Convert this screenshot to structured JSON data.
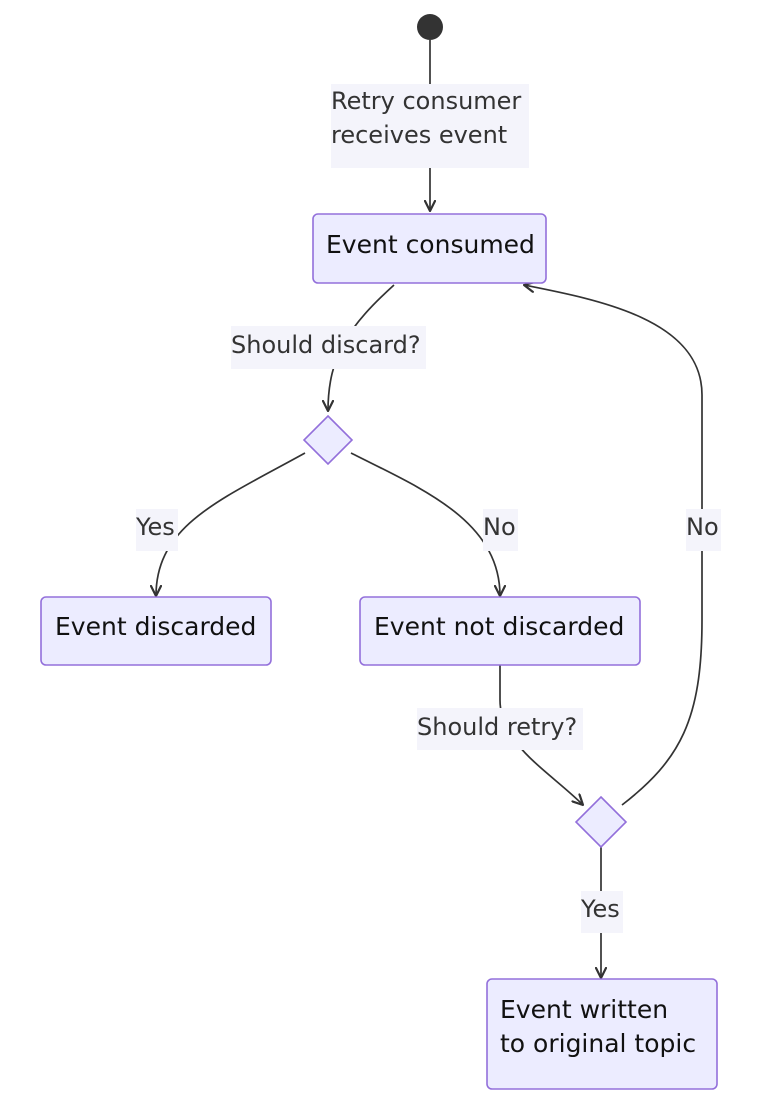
{
  "nodes": {
    "start_label_line1": "Retry consumer",
    "start_label_line2": "receives event",
    "event_consumed": "Event consumed",
    "event_discarded": "Event discarded",
    "event_not_discarded": "Event not discarded",
    "event_written_line1": "Event written",
    "event_written_line2": "to original topic"
  },
  "edges": {
    "should_discard": "Should discard?",
    "discard_yes": "Yes",
    "discard_no": "No",
    "should_retry": "Should retry?",
    "retry_yes": "Yes",
    "retry_no": "No"
  },
  "colors": {
    "node_fill": "#ececff",
    "node_stroke": "#9370db",
    "edge": "#333333",
    "label_background": "#f4f4fb"
  }
}
